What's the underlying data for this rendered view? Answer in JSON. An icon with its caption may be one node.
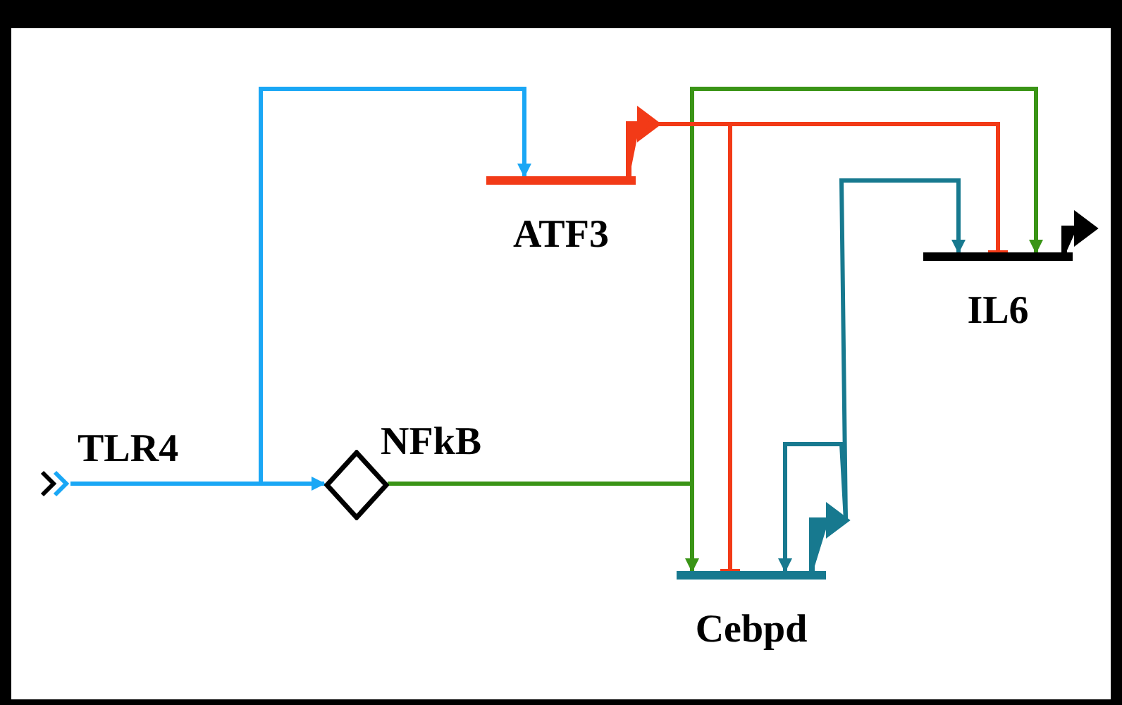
{
  "diagram": {
    "nodes": [
      {
        "text": [
          "TLR4"
        ]
      },
      {
        "text": [
          "NFkB"
        ]
      },
      {
        "text": [
          "ATF3"
        ]
      },
      {
        "text": [
          "IL6"
        ]
      },
      {
        "text": [
          "Cebpd"
        ]
      }
    ],
    "edges": [
      {
        "from": 0,
        "to": 1,
        "arrow": "to",
        "color": "#1aa7f5"
      },
      {
        "from": 0,
        "to": 2,
        "arrow": "to",
        "color": "#1aa7f5"
      },
      {
        "from": 1,
        "to": 3,
        "arrow": "to",
        "color": "#3a9416"
      },
      {
        "from": 1,
        "to": 4,
        "arrow": "to",
        "color": "#3a9416"
      },
      {
        "from": 2,
        "to": 3,
        "arrow": "other",
        "color": "#f23a17"
      },
      {
        "from": 2,
        "to": 4,
        "arrow": "other",
        "color": "#f23a17"
      },
      {
        "from": 4,
        "to": 3,
        "arrow": "to",
        "color": "#17798f"
      },
      {
        "from": 4,
        "to": 4,
        "arrow": "to",
        "color": "#17798f"
      }
    ]
  }
}
